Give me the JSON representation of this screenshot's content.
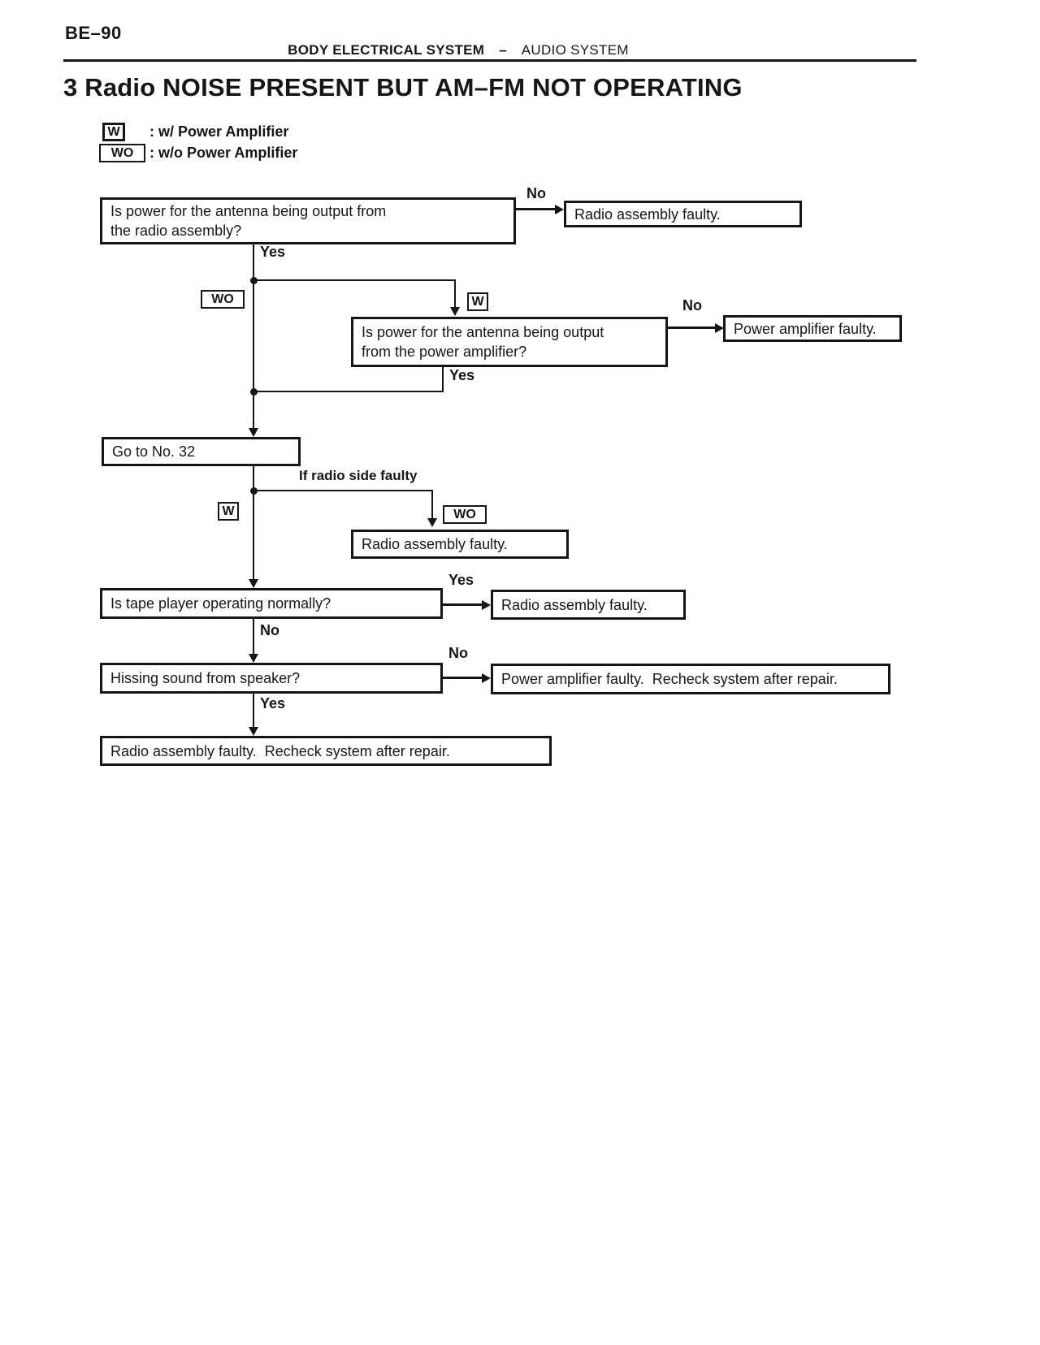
{
  "page": {
    "page_number": "BE–90",
    "header": {
      "section": "BODY ELECTRICAL SYSTEM",
      "separator": "–",
      "subsection": "AUDIO SYSTEM"
    },
    "title": "3 Radio NOISE PRESENT BUT AM–FM NOT OPERATING"
  },
  "legend": {
    "w_symbol": "W",
    "w_meaning": ": w/ Power Amplifier",
    "wo_symbol": "WO",
    "wo_meaning": ": w/o Power Amplifier"
  },
  "labels": {
    "yes": "Yes",
    "no": "No",
    "if_radio_side_faulty": "If radio side faulty"
  },
  "flowchart": {
    "q1_line1": "Is power for the antenna being output from",
    "q1_line2": "the radio assembly?",
    "r1": "Radio assembly faulty.",
    "q2_line1": "Is power for the antenna being output",
    "q2_line2": "from the power amplifier?",
    "r2": "Power amplifier faulty.",
    "goto": "Go to No. 32",
    "r3": "Radio assembly faulty.",
    "q3": "Is tape player operating normally?",
    "r4": "Radio assembly faulty.",
    "q4": "Hissing sound from speaker?",
    "r5": "Power amplifier faulty.  Recheck system after repair.",
    "final": "Radio assembly faulty.  Recheck system after repair."
  }
}
